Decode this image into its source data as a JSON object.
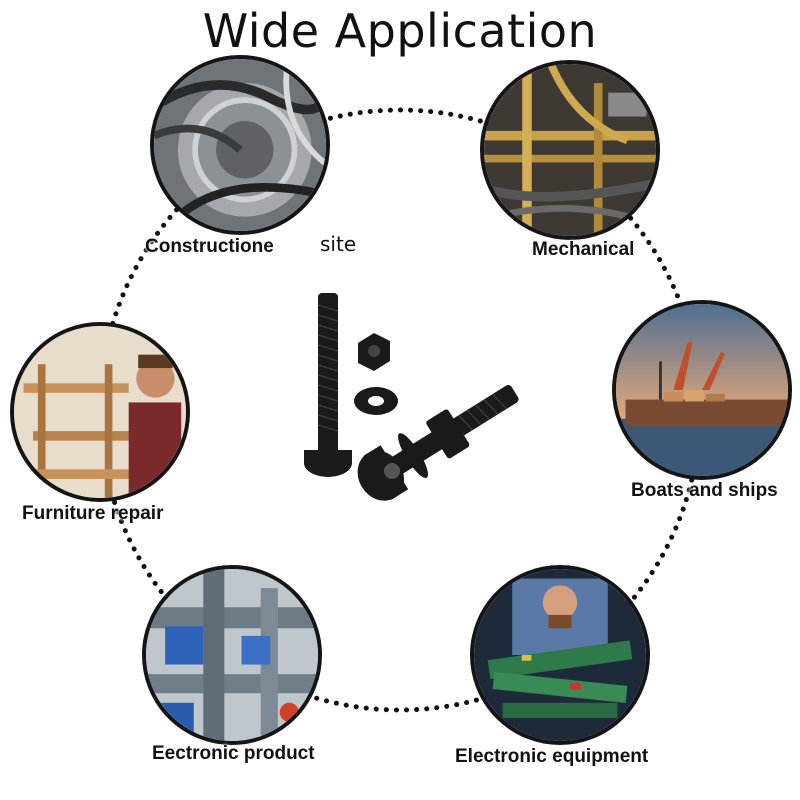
{
  "title": "Wide Application",
  "applications": [
    {
      "label": "Constructione",
      "extra": "site",
      "icon": "engine-icon"
    },
    {
      "label": "Mechanical",
      "icon": "pipes-icon"
    },
    {
      "label": "Boats and ships",
      "icon": "harbor-icon"
    },
    {
      "label": "Electronic equipment",
      "icon": "circuit-board-icon"
    },
    {
      "label": "Eectronic product",
      "icon": "pipeline-icon"
    },
    {
      "label": "Furniture repair",
      "icon": "carpenter-icon"
    }
  ],
  "product": {
    "icon": "bolt-nut-washer-icon",
    "color": "#1a1a1a"
  },
  "colors": {
    "ring": "#111111",
    "background": "#ffffff"
  }
}
